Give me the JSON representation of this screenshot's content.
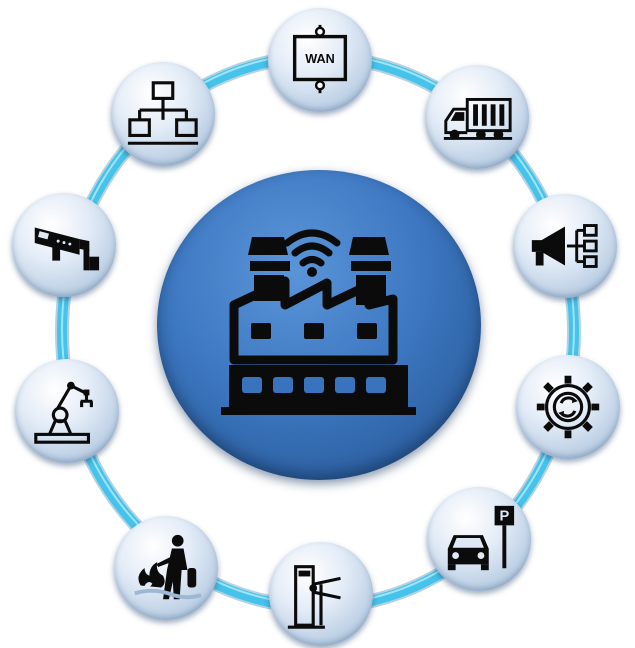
{
  "diagram": {
    "ring_color": "#45c3ea",
    "hub_color": "#3a73bd",
    "icon_color": "#0b0b0b",
    "center": {
      "icon": "smart-factory-wifi-icon"
    },
    "nodes": [
      {
        "key": "wan",
        "icon": "wan-network-icon",
        "label": "WAN"
      },
      {
        "key": "truck",
        "icon": "delivery-truck-icon"
      },
      {
        "key": "alert",
        "icon": "megaphone-broadcast-icon"
      },
      {
        "key": "gear",
        "icon": "gear-sync-icon"
      },
      {
        "key": "parking",
        "icon": "parking-car-icon",
        "label": "P"
      },
      {
        "key": "turnstile",
        "icon": "turnstile-gate-icon"
      },
      {
        "key": "fire",
        "icon": "fire-extinguisher-worker-icon"
      },
      {
        "key": "robot",
        "icon": "robotic-arm-icon"
      },
      {
        "key": "camera",
        "icon": "cctv-camera-icon"
      },
      {
        "key": "hierarchy",
        "icon": "network-hierarchy-icon"
      }
    ]
  }
}
